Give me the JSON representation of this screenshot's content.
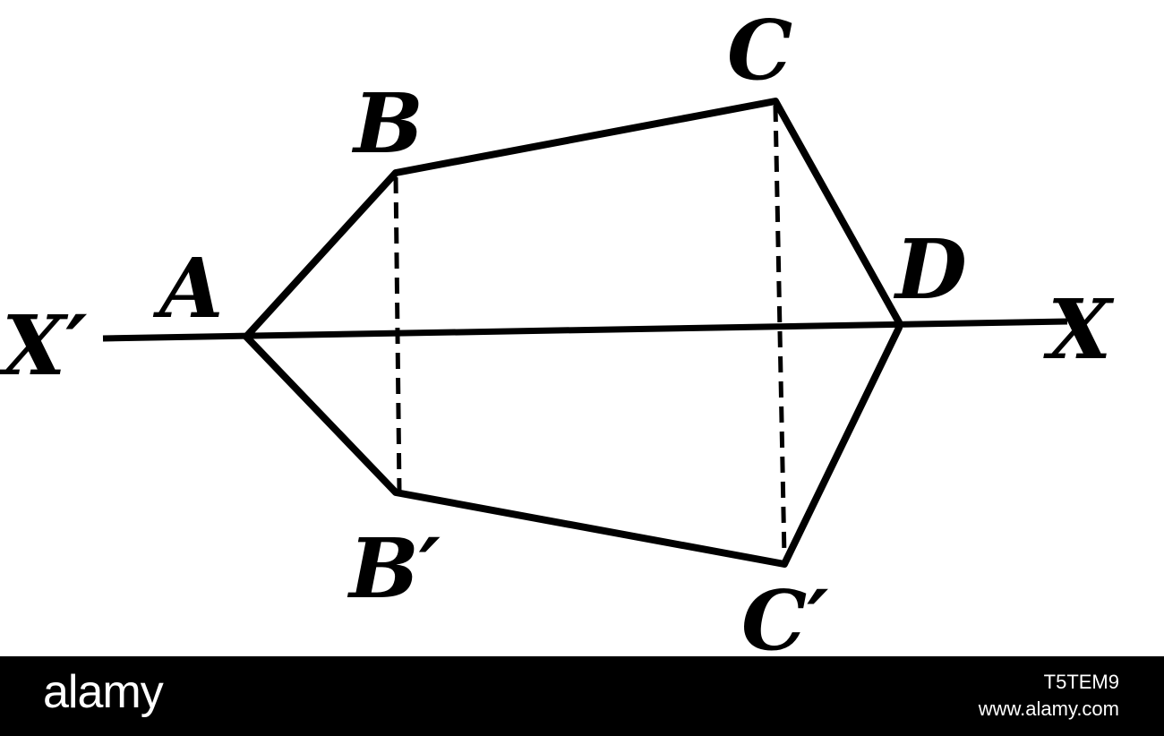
{
  "diagram": {
    "labels": {
      "x_prime": "X′",
      "x": "X",
      "a": "A",
      "b": "B",
      "c": "C",
      "d": "D",
      "b_prime": "B′",
      "c_prime": "C′"
    }
  },
  "footer": {
    "brand": "alamy",
    "image_id": "T5TEM9",
    "site": "www.alamy.com"
  },
  "colors": {
    "background": "#ffffff",
    "ink": "#000000",
    "footer_bg": "#000000",
    "footer_text": "#ffffff"
  }
}
